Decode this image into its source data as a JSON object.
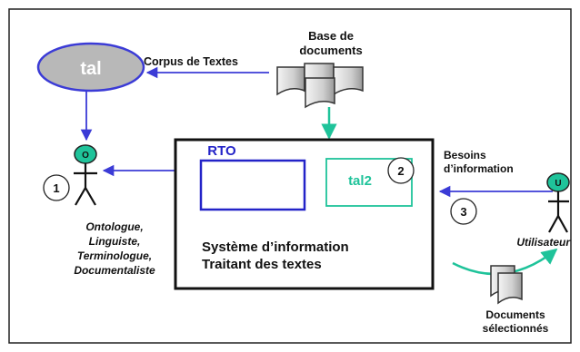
{
  "nodes": {
    "tal": "tal",
    "corpus_label": "Corpus de Textes",
    "base_label_line1": "Base de",
    "base_label_line2": "documents",
    "actor_left_letter": "O",
    "actor_right_letter": "U",
    "rto_label": "RTO",
    "tal2_label": "tal2",
    "besoins_line1": "Besoins",
    "besoins_line2": "d’information",
    "system_line1": "Système d’information",
    "system_line2": "Traitant des textes",
    "left_actor_roles": [
      "Ontologue,",
      "Linguiste,",
      "Terminologue,",
      "Documentaliste"
    ],
    "right_actor_role": "Utilisateur",
    "docs_selected_line1": "Documents",
    "docs_selected_line2": "sélectionnés"
  },
  "steps": [
    "1",
    "2",
    "3"
  ],
  "colors": {
    "arrow_blue": "#3b3bd6",
    "rto_blue": "#2323c8",
    "teal": "#1fc39a",
    "teal_dark": "#109a78",
    "tal_fill": "#b8b8b8",
    "border": "#222222"
  }
}
